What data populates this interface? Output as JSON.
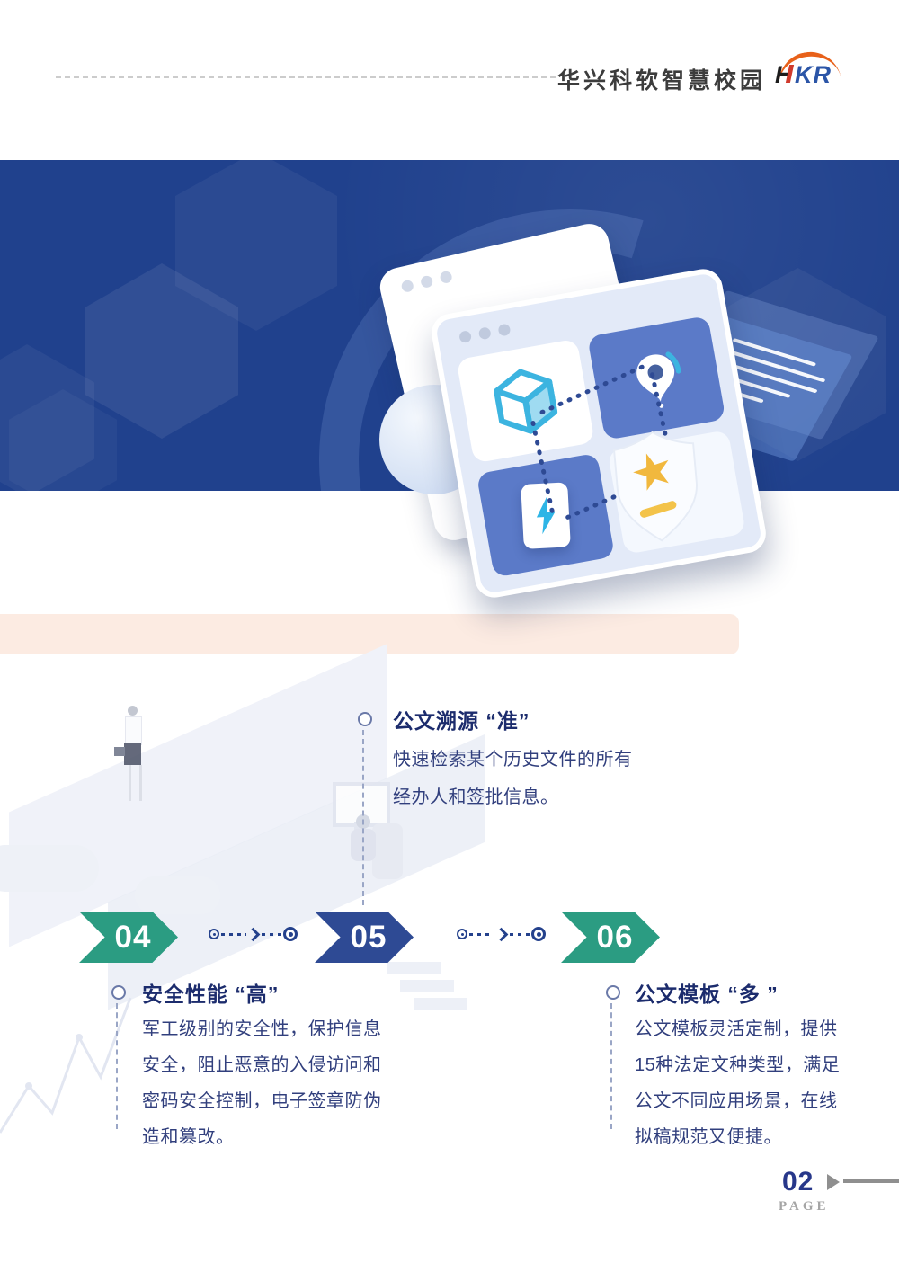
{
  "header": {
    "title": "华兴科软智慧校园",
    "logo": {
      "h": "H",
      "kr": "KR"
    }
  },
  "hero": {
    "icons": [
      "app-window",
      "cube-icon",
      "location-pin-icon",
      "lightning-icon",
      "growth-arrow-icon",
      "shield-star-icon",
      "face-scan-card-icon"
    ]
  },
  "steps": {
    "items": [
      {
        "number": "04",
        "color": "#2b9c82"
      },
      {
        "number": "05",
        "color": "#2e4a94"
      },
      {
        "number": "06",
        "color": "#2b9c82"
      }
    ]
  },
  "features": [
    {
      "title": "公文溯源 “准”",
      "lines": [
        "快速检索某个历史文件的所有",
        "经办人和签批信息。"
      ]
    },
    {
      "title": "安全性能 “高”",
      "lines": [
        "军工级别的安全性，保护信息",
        "安全，阻止恶意的入侵访问和",
        "密码安全控制，电子签章防伪",
        "造和篡改。"
      ]
    },
    {
      "title": "公文模板 “多 ”",
      "lines": [
        "公文模板灵活定制，提供",
        "15种法定文种类型，满足",
        "公文不同应用场景，在线",
        "拟稿规范又便捷。"
      ]
    }
  ],
  "footer": {
    "page_number": "02",
    "page_label": "PAGE"
  },
  "colors": {
    "banner_blue": "#20418d",
    "accent_green": "#2b9c82",
    "accent_navy": "#2e4a94",
    "title_text": "#1c2c6d",
    "body_text": "#313f7d",
    "strip_peach": "#fcebe2",
    "logo_blue": "#2b55a7",
    "logo_red": "#d03a2c",
    "logo_orange": "#e8611a",
    "star_gold": "#f1b83e"
  }
}
